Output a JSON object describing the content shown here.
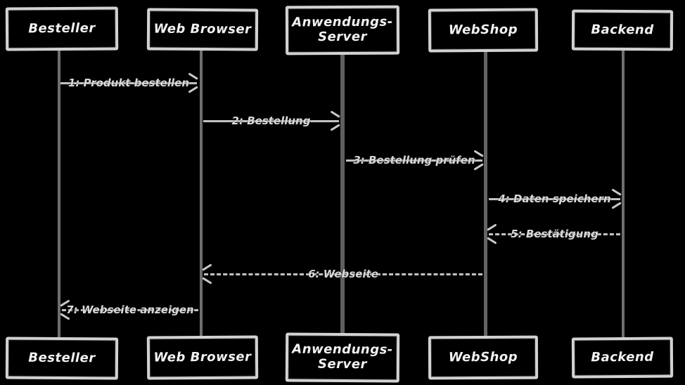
{
  "diagram": {
    "type": "uml-sequence",
    "style": "hand-drawn / napkin sketch, light strokes on black background",
    "colors": {
      "background": "#000000",
      "box_border": "#d2d2d2",
      "participant_text": "#f1f1f1",
      "message_line": "#c3c3c3",
      "message_text": "#d9d9d9",
      "lifeline": "#6e6e6e"
    }
  },
  "participants": [
    {
      "name": "Besteller"
    },
    {
      "name": "Web Browser"
    },
    {
      "name": "Anwendungs- Server",
      "line1": "Anwendungs-",
      "line2": "Server"
    },
    {
      "name": "WebShop"
    },
    {
      "name": "Backend"
    }
  ],
  "messages": [
    {
      "seq": 1,
      "label": "1: Produkt bestellen",
      "from": "Besteller",
      "to": "Web Browser",
      "line": "solid",
      "direction": "right"
    },
    {
      "seq": 2,
      "label": "2: Bestellung",
      "from": "Web Browser",
      "to": "Anwendungs- Server",
      "line": "solid",
      "direction": "right"
    },
    {
      "seq": 3,
      "label": "3: Bestellung prüfen",
      "from": "Anwendungs- Server",
      "to": "WebShop",
      "line": "solid",
      "direction": "right"
    },
    {
      "seq": 4,
      "label": "4: Daten speichern",
      "from": "WebShop",
      "to": "Backend",
      "line": "solid",
      "direction": "right"
    },
    {
      "seq": 5,
      "label": "5: Bestätigung",
      "from": "Backend",
      "to": "WebShop",
      "line": "dashed",
      "direction": "left"
    },
    {
      "seq": 6,
      "label": "6: Webseite",
      "from": "WebShop",
      "to": "Web Browser",
      "line": "dashed",
      "direction": "left"
    },
    {
      "seq": 7,
      "label": "7: Webseite anzeigen",
      "from": "Web Browser",
      "to": "Besteller",
      "line": "dashed",
      "direction": "left"
    }
  ]
}
